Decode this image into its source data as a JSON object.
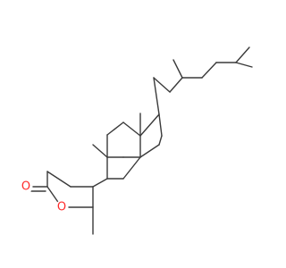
{
  "molecule": {
    "colors": {
      "bond": "#3a3a3a",
      "oxygen": "#ff2a2a",
      "background": "#ffffff"
    },
    "atoms": [
      {
        "element": "O",
        "label": "O",
        "name": "carbonyl-oxygen"
      },
      {
        "element": "O",
        "label": "O",
        "name": "ring-oxygen"
      }
    ]
  }
}
